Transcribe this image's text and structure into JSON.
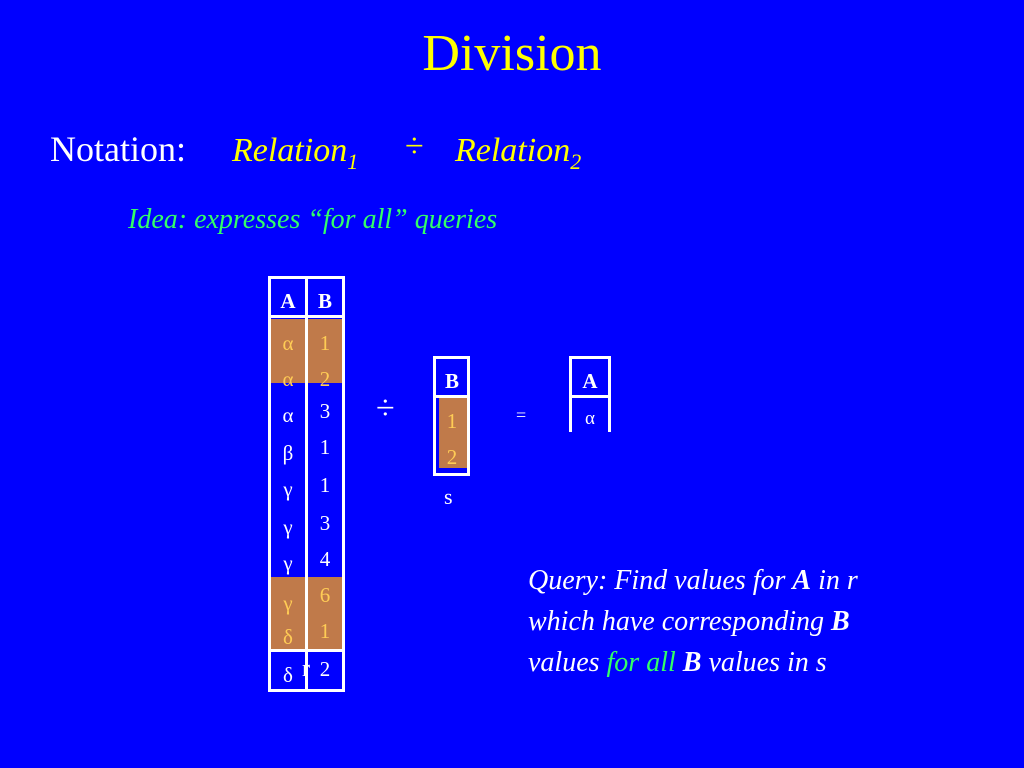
{
  "title": "Division",
  "notation": {
    "label": "Notation:",
    "rel1": "Relation",
    "rel1_sub": "1",
    "operator": "÷",
    "rel2": "Relation",
    "rel2_sub": "2"
  },
  "idea": "Idea: expresses “for all” queries",
  "r_table": {
    "label": "r",
    "headers": [
      "A",
      "B"
    ],
    "rows": [
      [
        "α",
        "1"
      ],
      [
        "α",
        "2"
      ],
      [
        "α",
        "3"
      ],
      [
        "β",
        "1"
      ],
      [
        "γ",
        "1"
      ],
      [
        "γ",
        "3"
      ],
      [
        "γ",
        "4"
      ],
      [
        "γ",
        "6"
      ],
      [
        "δ",
        "1"
      ],
      [
        "δ",
        "2"
      ]
    ]
  },
  "division_operator": "÷",
  "s_table": {
    "label": "s",
    "headers": [
      "B"
    ],
    "rows": [
      [
        "1"
      ],
      [
        "2"
      ]
    ]
  },
  "equals": "=",
  "result_table": {
    "headers": [
      "A"
    ],
    "rows": [
      [
        "α"
      ]
    ]
  },
  "query": {
    "p1": "Query: Find values for ",
    "b1": "A",
    "p2": " in r",
    "p3": "which have corresponding ",
    "b2": "B",
    "p4": "values ",
    "for_all": "for all",
    "p5": " ",
    "b3": "B",
    "p6": " values in s"
  },
  "colors": {
    "background": "#0000ff",
    "title": "#ffff00",
    "idea": "#33ff66",
    "highlight": "#c07a4a",
    "highlight_text": "#ffcc55"
  }
}
